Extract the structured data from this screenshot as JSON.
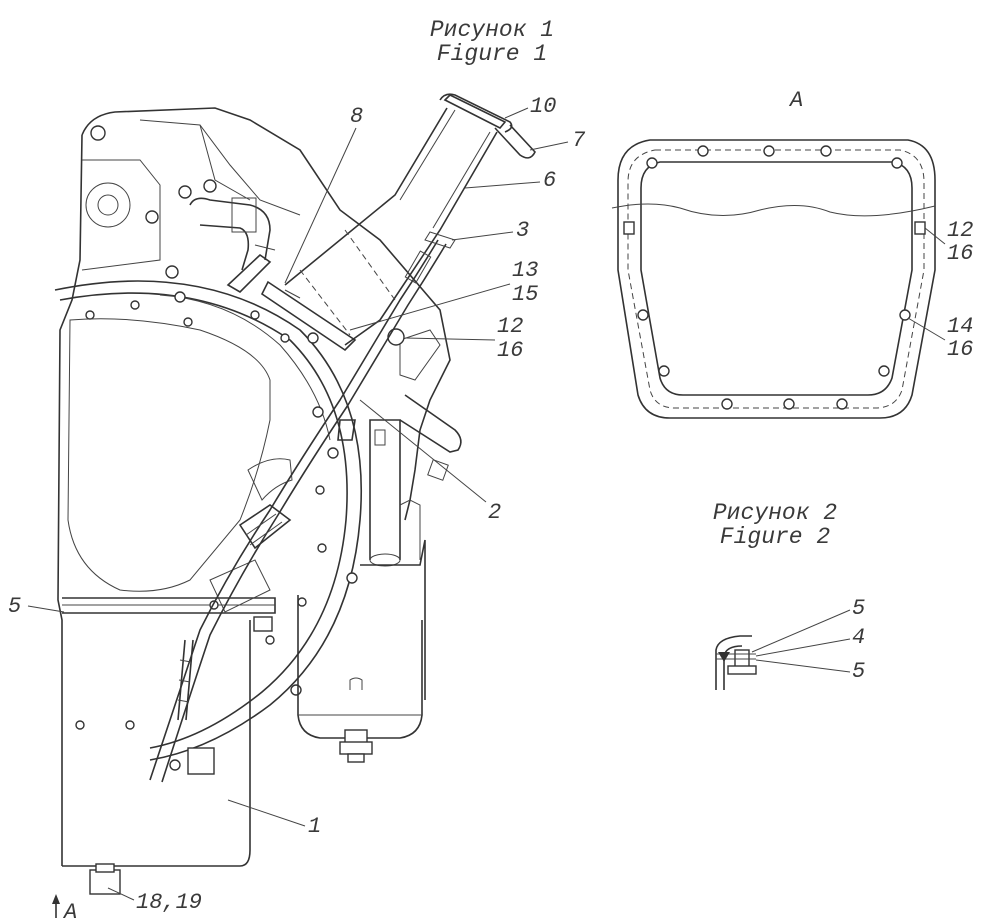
{
  "figure1": {
    "title_ru": "Рисунок 1",
    "title_en": "Figure 1"
  },
  "figure2": {
    "title_ru": "Рисунок 2",
    "title_en": "Figure 2"
  },
  "view_a": {
    "label": "A",
    "arrow_label": "A"
  },
  "callouts": {
    "c10": "10",
    "c7": "7",
    "c6": "6",
    "c3": "3",
    "c8": "8",
    "c13": "13",
    "c15": "15",
    "c12a": "12",
    "c16a": "16",
    "c2": "2",
    "c5": "5",
    "c1": "1",
    "c1819": "18,19",
    "c12b": "12",
    "c16b": "16",
    "c14": "14",
    "c16c": "16",
    "f2_5a": "5",
    "f2_4": "4",
    "f2_5b": "5"
  }
}
